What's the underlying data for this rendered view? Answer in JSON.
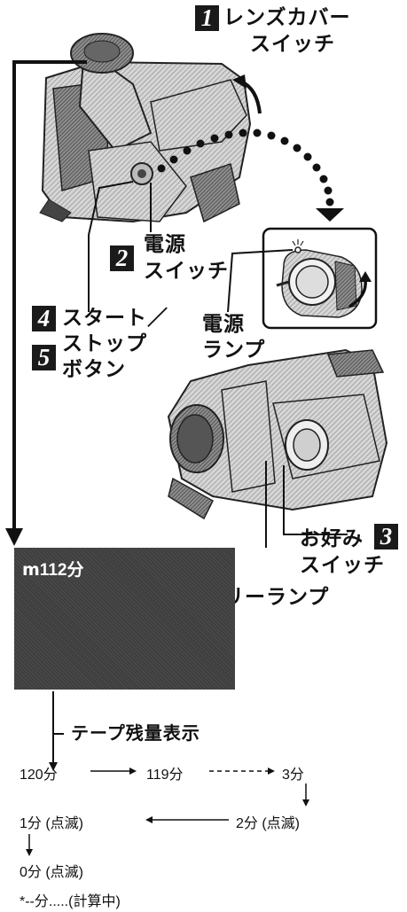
{
  "labels": {
    "step1_num": "1",
    "step1_text_line1": "レンズカバー",
    "step1_text_line2": "スイッチ",
    "step2_num": "2",
    "step2_text_line1": "電源",
    "step2_text_line2": "スイッチ",
    "power_lamp_line1": "電源",
    "power_lamp_line2": "ランプ",
    "step4_num": "4",
    "step4_text": "スタート／",
    "step5_num": "5",
    "step5_text_line1": "ストップ",
    "step5_text_line2": "ボタン",
    "step3_text_line1": "お好み",
    "step3_num": "3",
    "step3_text_line2": "スイッチ",
    "tally_lamp": "タリーランプ"
  },
  "viewfinder": {
    "osd_text": "ⅿ112分"
  },
  "tape_remaining": {
    "title": "テープ残量表示",
    "t120": "120分",
    "t119": "119分",
    "t3": "3分",
    "t2": "2分 (点滅)",
    "t1": "1分 (点滅)",
    "t0": "0分 (点滅)",
    "calculating": "*--分.....(計算中)"
  },
  "colors": {
    "ink": "#111111",
    "screen": "#3e3e3e",
    "camera_body": "#cfcfcf"
  }
}
